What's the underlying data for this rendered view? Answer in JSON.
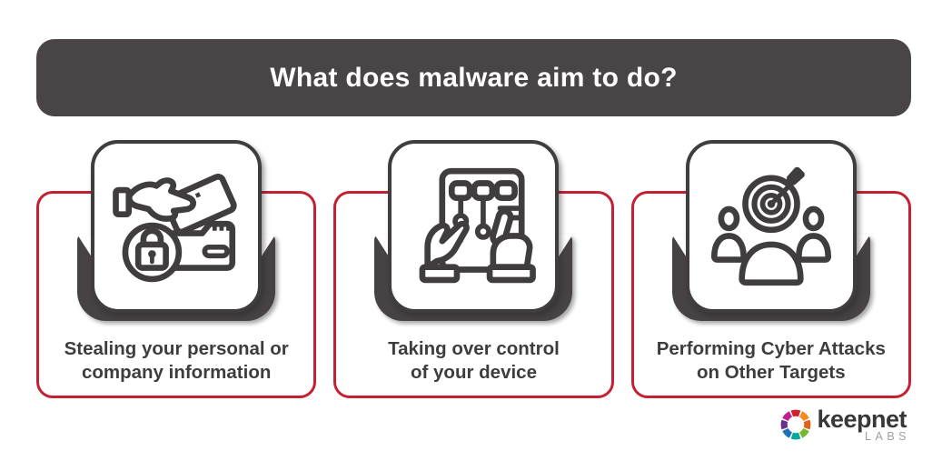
{
  "header": {
    "title": "What does malware aim to do?",
    "bg_color": "#494547",
    "text_color": "#ffffff"
  },
  "cards": [
    {
      "id": "stealing-information",
      "icon": "hand-stealing-locked-files-icon",
      "label_line1": "Stealing your personal or",
      "label_line2": "company information"
    },
    {
      "id": "device-control",
      "icon": "hands-controlling-tablet-icon",
      "label_line1": "Taking over control",
      "label_line2": "of your device"
    },
    {
      "id": "cyber-attacks",
      "icon": "people-target-dart-icon",
      "label_line1": "Performing Cyber Attacks",
      "label_line2": "on Other Targets"
    }
  ],
  "colors": {
    "card_border": "#c32033",
    "dark_shape": "#474345",
    "icon_stroke": "#403d3f",
    "label_text": "#3f3c3e",
    "page_bg": "#ffffff"
  },
  "logo": {
    "brand": "keepnet",
    "sub": "LABS",
    "brand_color": "#3a373a",
    "sub_color": "#9b9fa3",
    "icon_colors": [
      "#d01f2f",
      "#f28a1c",
      "#e2611b",
      "#76b82a",
      "#00a79d",
      "#1d70b7",
      "#6a3090",
      "#c0218c"
    ]
  }
}
